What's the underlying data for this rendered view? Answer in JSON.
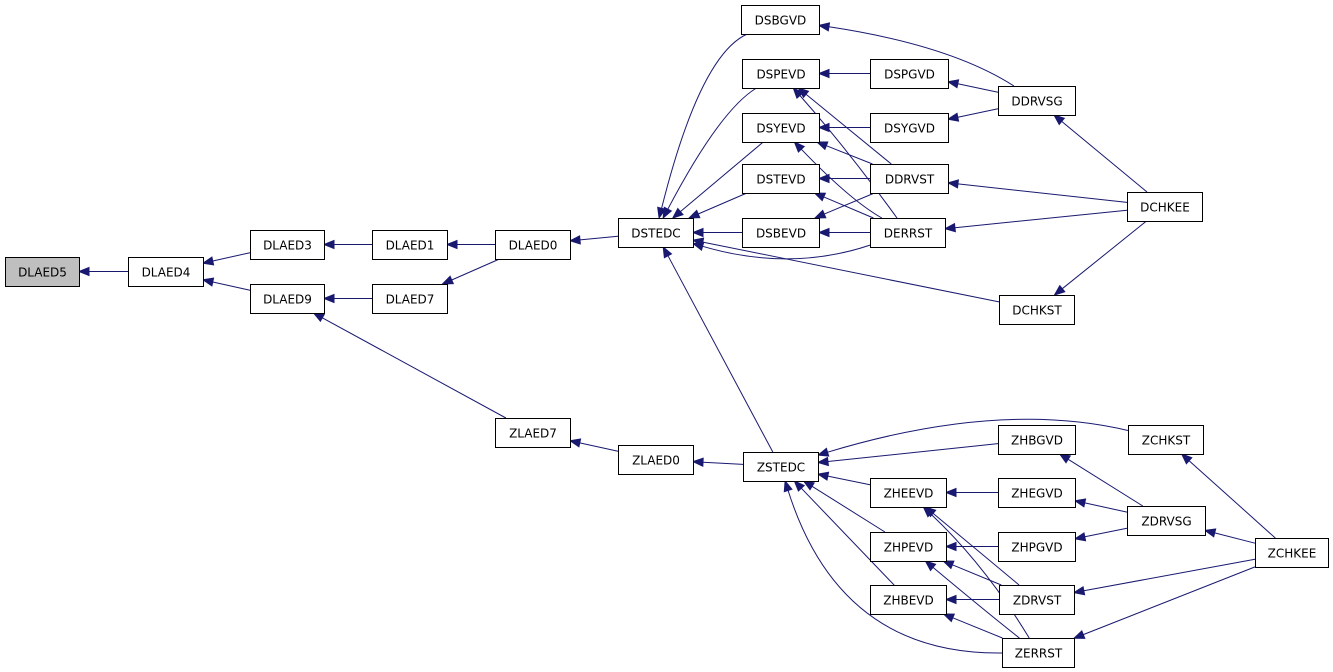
{
  "graph": {
    "colors": {
      "edge": "#191970",
      "root_fill": "#bfbfbf",
      "node_fill": "#ffffff",
      "node_border": "#000000"
    },
    "root": "DLAED5",
    "nodes": [
      {
        "id": "DLAED5",
        "label": "DLAED5"
      },
      {
        "id": "DLAED4",
        "label": "DLAED4"
      },
      {
        "id": "DLAED3",
        "label": "DLAED3"
      },
      {
        "id": "DLAED9",
        "label": "DLAED9"
      },
      {
        "id": "DLAED1",
        "label": "DLAED1"
      },
      {
        "id": "DLAED7",
        "label": "DLAED7"
      },
      {
        "id": "DLAED0",
        "label": "DLAED0"
      },
      {
        "id": "ZLAED7",
        "label": "ZLAED7"
      },
      {
        "id": "ZLAED0",
        "label": "ZLAED0"
      },
      {
        "id": "DSTEDC",
        "label": "DSTEDC"
      },
      {
        "id": "ZSTEDC",
        "label": "ZSTEDC"
      },
      {
        "id": "DSBGVD",
        "label": "DSBGVD"
      },
      {
        "id": "DSPEVD",
        "label": "DSPEVD"
      },
      {
        "id": "DSYEVD",
        "label": "DSYEVD"
      },
      {
        "id": "DSTEVD",
        "label": "DSTEVD"
      },
      {
        "id": "DSBEVD",
        "label": "DSBEVD"
      },
      {
        "id": "DSPGVD",
        "label": "DSPGVD"
      },
      {
        "id": "DSYGVD",
        "label": "DSYGVD"
      },
      {
        "id": "DDRVST",
        "label": "DDRVST"
      },
      {
        "id": "DERRST",
        "label": "DERRST"
      },
      {
        "id": "DDRVSG",
        "label": "DDRVSG"
      },
      {
        "id": "DCHKST",
        "label": "DCHKST"
      },
      {
        "id": "DCHKEE",
        "label": "DCHKEE"
      },
      {
        "id": "ZHEEVD",
        "label": "ZHEEVD"
      },
      {
        "id": "ZHPEVD",
        "label": "ZHPEVD"
      },
      {
        "id": "ZHBEVD",
        "label": "ZHBEVD"
      },
      {
        "id": "ZHBGVD",
        "label": "ZHBGVD"
      },
      {
        "id": "ZHEGVD",
        "label": "ZHEGVD"
      },
      {
        "id": "ZHPGVD",
        "label": "ZHPGVD"
      },
      {
        "id": "ZCHKST",
        "label": "ZCHKST"
      },
      {
        "id": "ZDRVSG",
        "label": "ZDRVSG"
      },
      {
        "id": "ZDRVST",
        "label": "ZDRVST"
      },
      {
        "id": "ZERRST",
        "label": "ZERRST"
      },
      {
        "id": "ZCHKEE",
        "label": "ZCHKEE"
      }
    ],
    "edges": [
      {
        "from": "DLAED4",
        "to": "DLAED5"
      },
      {
        "from": "DLAED3",
        "to": "DLAED4"
      },
      {
        "from": "DLAED9",
        "to": "DLAED4"
      },
      {
        "from": "DLAED1",
        "to": "DLAED3"
      },
      {
        "from": "DLAED7",
        "to": "DLAED9"
      },
      {
        "from": "ZLAED7",
        "to": "DLAED9"
      },
      {
        "from": "DLAED0",
        "to": "DLAED1"
      },
      {
        "from": "DLAED0",
        "to": "DLAED7"
      },
      {
        "from": "ZLAED0",
        "to": "ZLAED7"
      },
      {
        "from": "DSTEDC",
        "to": "DLAED0"
      },
      {
        "from": "ZSTEDC",
        "to": "ZLAED0"
      },
      {
        "from": "DSBGVD",
        "to": "DSTEDC"
      },
      {
        "from": "DSPEVD",
        "to": "DSTEDC"
      },
      {
        "from": "DSYEVD",
        "to": "DSTEDC"
      },
      {
        "from": "DSTEVD",
        "to": "DSTEDC"
      },
      {
        "from": "DSBEVD",
        "to": "DSTEDC"
      },
      {
        "from": "DERRST",
        "to": "DSTEDC"
      },
      {
        "from": "DCHKST",
        "to": "DSTEDC"
      },
      {
        "from": "ZSTEDC",
        "to": "DSTEDC"
      },
      {
        "from": "DSPGVD",
        "to": "DSPEVD"
      },
      {
        "from": "DDRVST",
        "to": "DSPEVD"
      },
      {
        "from": "DERRST",
        "to": "DSPEVD"
      },
      {
        "from": "DSYGVD",
        "to": "DSYEVD"
      },
      {
        "from": "DDRVST",
        "to": "DSYEVD"
      },
      {
        "from": "DERRST",
        "to": "DSYEVD"
      },
      {
        "from": "DDRVST",
        "to": "DSTEVD"
      },
      {
        "from": "DERRST",
        "to": "DSTEVD"
      },
      {
        "from": "DDRVST",
        "to": "DSBEVD"
      },
      {
        "from": "DERRST",
        "to": "DSBEVD"
      },
      {
        "from": "DDRVSG",
        "to": "DSBGVD"
      },
      {
        "from": "DDRVSG",
        "to": "DSPGVD"
      },
      {
        "from": "DDRVSG",
        "to": "DSYGVD"
      },
      {
        "from": "DCHKEE",
        "to": "DDRVSG"
      },
      {
        "from": "DCHKEE",
        "to": "DDRVST"
      },
      {
        "from": "DCHKEE",
        "to": "DERRST"
      },
      {
        "from": "DCHKEE",
        "to": "DCHKST"
      },
      {
        "from": "ZHBGVD",
        "to": "ZSTEDC"
      },
      {
        "from": "ZCHKST",
        "to": "ZSTEDC"
      },
      {
        "from": "ZHEEVD",
        "to": "ZSTEDC"
      },
      {
        "from": "ZHPEVD",
        "to": "ZSTEDC"
      },
      {
        "from": "ZHBEVD",
        "to": "ZSTEDC"
      },
      {
        "from": "ZERRST",
        "to": "ZSTEDC"
      },
      {
        "from": "ZHEGVD",
        "to": "ZHEEVD"
      },
      {
        "from": "ZDRVST",
        "to": "ZHEEVD"
      },
      {
        "from": "ZERRST",
        "to": "ZHEEVD"
      },
      {
        "from": "ZHPGVD",
        "to": "ZHPEVD"
      },
      {
        "from": "ZDRVST",
        "to": "ZHPEVD"
      },
      {
        "from": "ZERRST",
        "to": "ZHPEVD"
      },
      {
        "from": "ZDRVST",
        "to": "ZHBEVD"
      },
      {
        "from": "ZERRST",
        "to": "ZHBEVD"
      },
      {
        "from": "ZDRVSG",
        "to": "ZHBGVD"
      },
      {
        "from": "ZDRVSG",
        "to": "ZHEGVD"
      },
      {
        "from": "ZDRVSG",
        "to": "ZHPGVD"
      },
      {
        "from": "ZCHKEE",
        "to": "ZDRVSG"
      },
      {
        "from": "ZCHKEE",
        "to": "ZCHKST"
      },
      {
        "from": "ZCHKEE",
        "to": "ZDRVST"
      },
      {
        "from": "ZCHKEE",
        "to": "ZERRST"
      }
    ]
  }
}
